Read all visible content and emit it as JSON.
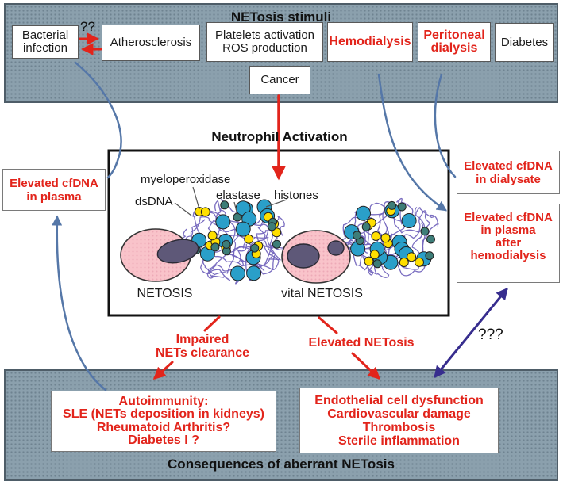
{
  "top_banner": {
    "title": "NETosis stimuli",
    "question_marks": "??",
    "boxes": {
      "bacterial": "Bacterial\ninfection",
      "atherosclerosis": "Atherosclerosis",
      "platelets": "Platelets activation\nROS production",
      "hemodialysis": "Hemodialysis",
      "peritoneal": "Peritoneal\ndialysis",
      "diabetes": "Diabetes",
      "cancer": "Cancer"
    }
  },
  "center": {
    "activation_label": "Neutrophil Activation",
    "labels": {
      "myeloperoxidase": "myeloperoxidase",
      "dsdna": "dsDNA",
      "elastase": "elastase",
      "histones": "histones",
      "netosis": "NETOSIS",
      "vital_netosis": "vital NETOSIS"
    }
  },
  "side_boxes": {
    "plasma": "Elevated cfDNA\nin plasma",
    "dialysate": "Elevated cfDNA\nin dialysate",
    "after_hemodialysis": "Elevated cfDNA\nin plasma\nafter\nhemodialysis"
  },
  "middle_labels": {
    "impaired": "Impaired\nNETs clearance",
    "elevated": "Elevated NETosis",
    "question_marks": "???"
  },
  "bottom_banner": {
    "title": "Consequences of aberrant NETosis",
    "autoimmunity": "Autoimmunity:\nSLE (NETs deposition in kidneys)\nRheumatoid Arthritis?\nDiabetes I ?",
    "endothelial": "Endothelial cell dysfunction\nCardiovascular damage\nThrombosis\nSterile inflammation"
  },
  "colors": {
    "red": "#e2241b",
    "steel_blue": "#5577a8",
    "navy": "#372d8e",
    "banner": "#8ba0ad",
    "cell_pink": "#f9c3ca",
    "cell_dot": "#edaab7",
    "nucleus": "#5e5878",
    "net_purple": "#7365bd",
    "dot_blue": "#2a9fc9",
    "dot_yellow": "#ffdf00",
    "dot_teal": "#3d7d78"
  }
}
